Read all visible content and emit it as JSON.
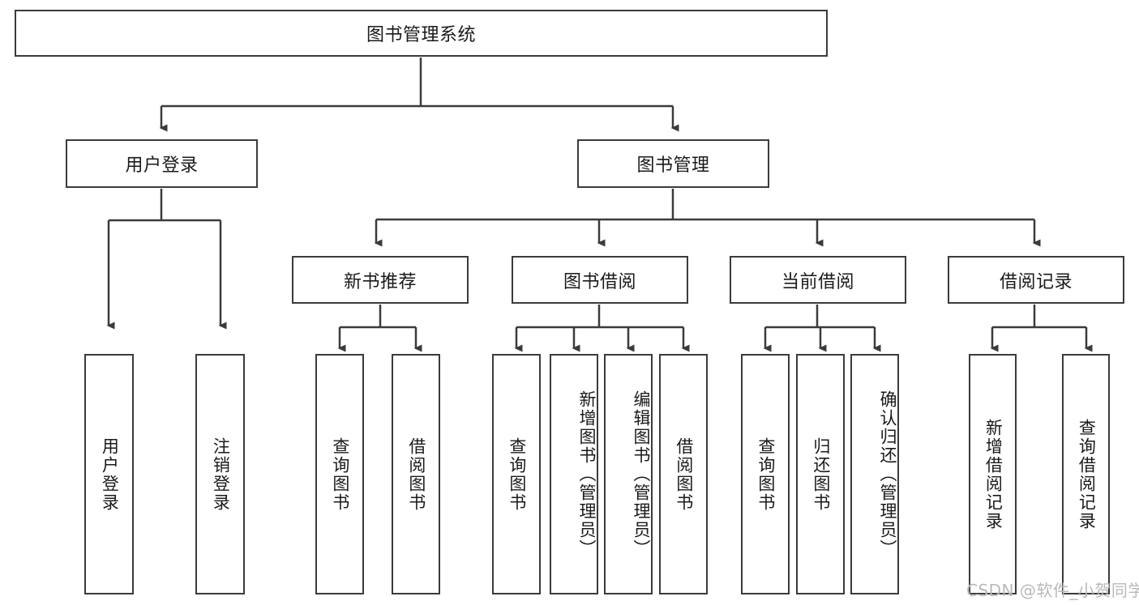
{
  "diagram": {
    "type": "tree-hierarchy",
    "title": "图书管理系统",
    "root": {
      "id": "root",
      "label": "图书管理系统"
    },
    "level1": [
      {
        "id": "user-login",
        "label": "用户登录"
      },
      {
        "id": "book-management",
        "label": "图书管理"
      }
    ],
    "level2": [
      {
        "id": "new-book-recommend",
        "label": "新书推荐",
        "parent": "book-management"
      },
      {
        "id": "book-borrow",
        "label": "图书借阅",
        "parent": "book-management"
      },
      {
        "id": "current-borrow",
        "label": "当前借阅",
        "parent": "book-management"
      },
      {
        "id": "borrow-record",
        "label": "借阅记录",
        "parent": "book-management"
      }
    ],
    "leaves": [
      {
        "id": "leaf-user-login",
        "label": "用户登录",
        "parent": "user-login",
        "align": "middle"
      },
      {
        "id": "leaf-logout-login",
        "label": "注销登录",
        "parent": "user-login",
        "align": "middle"
      },
      {
        "id": "leaf-query-book-1",
        "label": "查询图书",
        "parent": "new-book-recommend",
        "align": "middle"
      },
      {
        "id": "leaf-borrow-book-1",
        "label": "借阅图书",
        "parent": "new-book-recommend",
        "align": "middle"
      },
      {
        "id": "leaf-query-book-2",
        "label": "查询图书",
        "parent": "book-borrow",
        "align": "middle"
      },
      {
        "id": "leaf-add-book",
        "label": "新增图书（管理员）",
        "parent": "book-borrow",
        "align": "top"
      },
      {
        "id": "leaf-edit-book",
        "label": "编辑图书（管理员）",
        "parent": "book-borrow",
        "align": "top"
      },
      {
        "id": "leaf-borrow-book-2",
        "label": "借阅图书",
        "parent": "book-borrow",
        "align": "middle"
      },
      {
        "id": "leaf-query-book-3",
        "label": "查询图书",
        "parent": "current-borrow",
        "align": "middle"
      },
      {
        "id": "leaf-return-book",
        "label": "归还图书",
        "parent": "current-borrow",
        "align": "middle"
      },
      {
        "id": "leaf-confirm-return",
        "label": "确认归还（管理员）",
        "parent": "current-borrow",
        "align": "top"
      },
      {
        "id": "leaf-add-record",
        "label": "新增借阅记录",
        "parent": "borrow-record",
        "align": "middle"
      },
      {
        "id": "leaf-query-record",
        "label": "查询借阅记录",
        "parent": "borrow-record",
        "align": "middle"
      }
    ],
    "colors": {
      "stroke": "#3b3b3d",
      "fill": "#ffffff",
      "text": "#1a1a1a",
      "watermark": "#b9b9b9"
    }
  },
  "watermark": {
    "text": "CSDN @软件_小贺同学"
  }
}
